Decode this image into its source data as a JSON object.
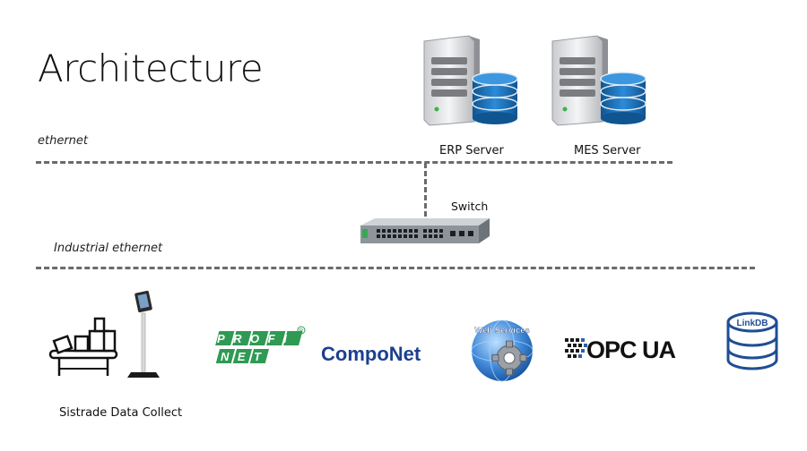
{
  "title": "Architecture",
  "networks": {
    "ethernet_label": "ethernet",
    "industrial_label": "Industrial ethernet"
  },
  "servers": [
    {
      "label": "ERP Server",
      "icon": "server-database-icon"
    },
    {
      "label": "MES Server",
      "icon": "server-database-icon"
    }
  ],
  "switch": {
    "label": "Switch",
    "icon": "network-switch-icon"
  },
  "devices": [
    {
      "label": "Sistrade Data Collect",
      "icon": "data-collect-kiosk-icon"
    },
    {
      "logo_text": [
        "PROFI",
        "NET"
      ],
      "icon": "profinet-logo"
    },
    {
      "logo_text": "CompoNet",
      "icon": "componet-logo"
    },
    {
      "logo_text": "Web Services",
      "icon": "web-services-gear-icon"
    },
    {
      "logo_text": "OPC UA",
      "icon": "opc-ua-logo"
    },
    {
      "logo_text": "LinkDB",
      "icon": "linkdb-database-icon"
    }
  ],
  "colors": {
    "dash": "#6b6b6b",
    "db_blue": "#1e6fb5",
    "profinet_green": "#2f9a53",
    "componet_blue": "#1d3f8f"
  }
}
